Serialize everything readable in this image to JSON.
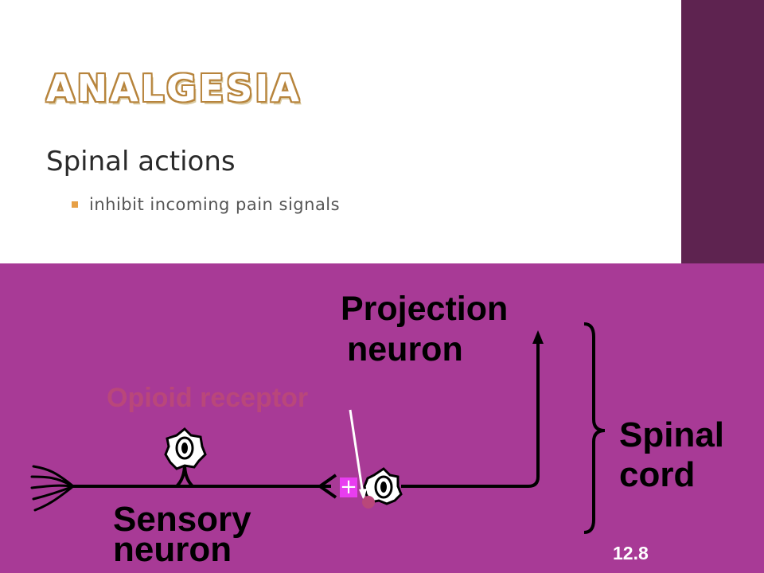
{
  "slide": {
    "title": "ANALGESIA",
    "heading": "Spinal actions",
    "bullets": [
      "inhibit incoming pain signals"
    ]
  },
  "diagram": {
    "labels": {
      "projection_line1": "Projection",
      "projection_line2": "neuron",
      "opioid": "Opioid receptor",
      "spinal_line1": "Spinal",
      "spinal_line2": "cord",
      "sensory_line1": "Sensory",
      "sensory_line2": "neuron",
      "plus": "+",
      "figure_number": "12.8"
    },
    "colors": {
      "background": "#a83a96",
      "side_band": "#5e2350",
      "title_outline": "#b7843c",
      "bullet": "#e7a046",
      "opioid_label": "#b9477a",
      "plus_box": "#e83df0",
      "receptor_dot": "#b9477a",
      "neuron_stroke": "#ffffff"
    }
  }
}
